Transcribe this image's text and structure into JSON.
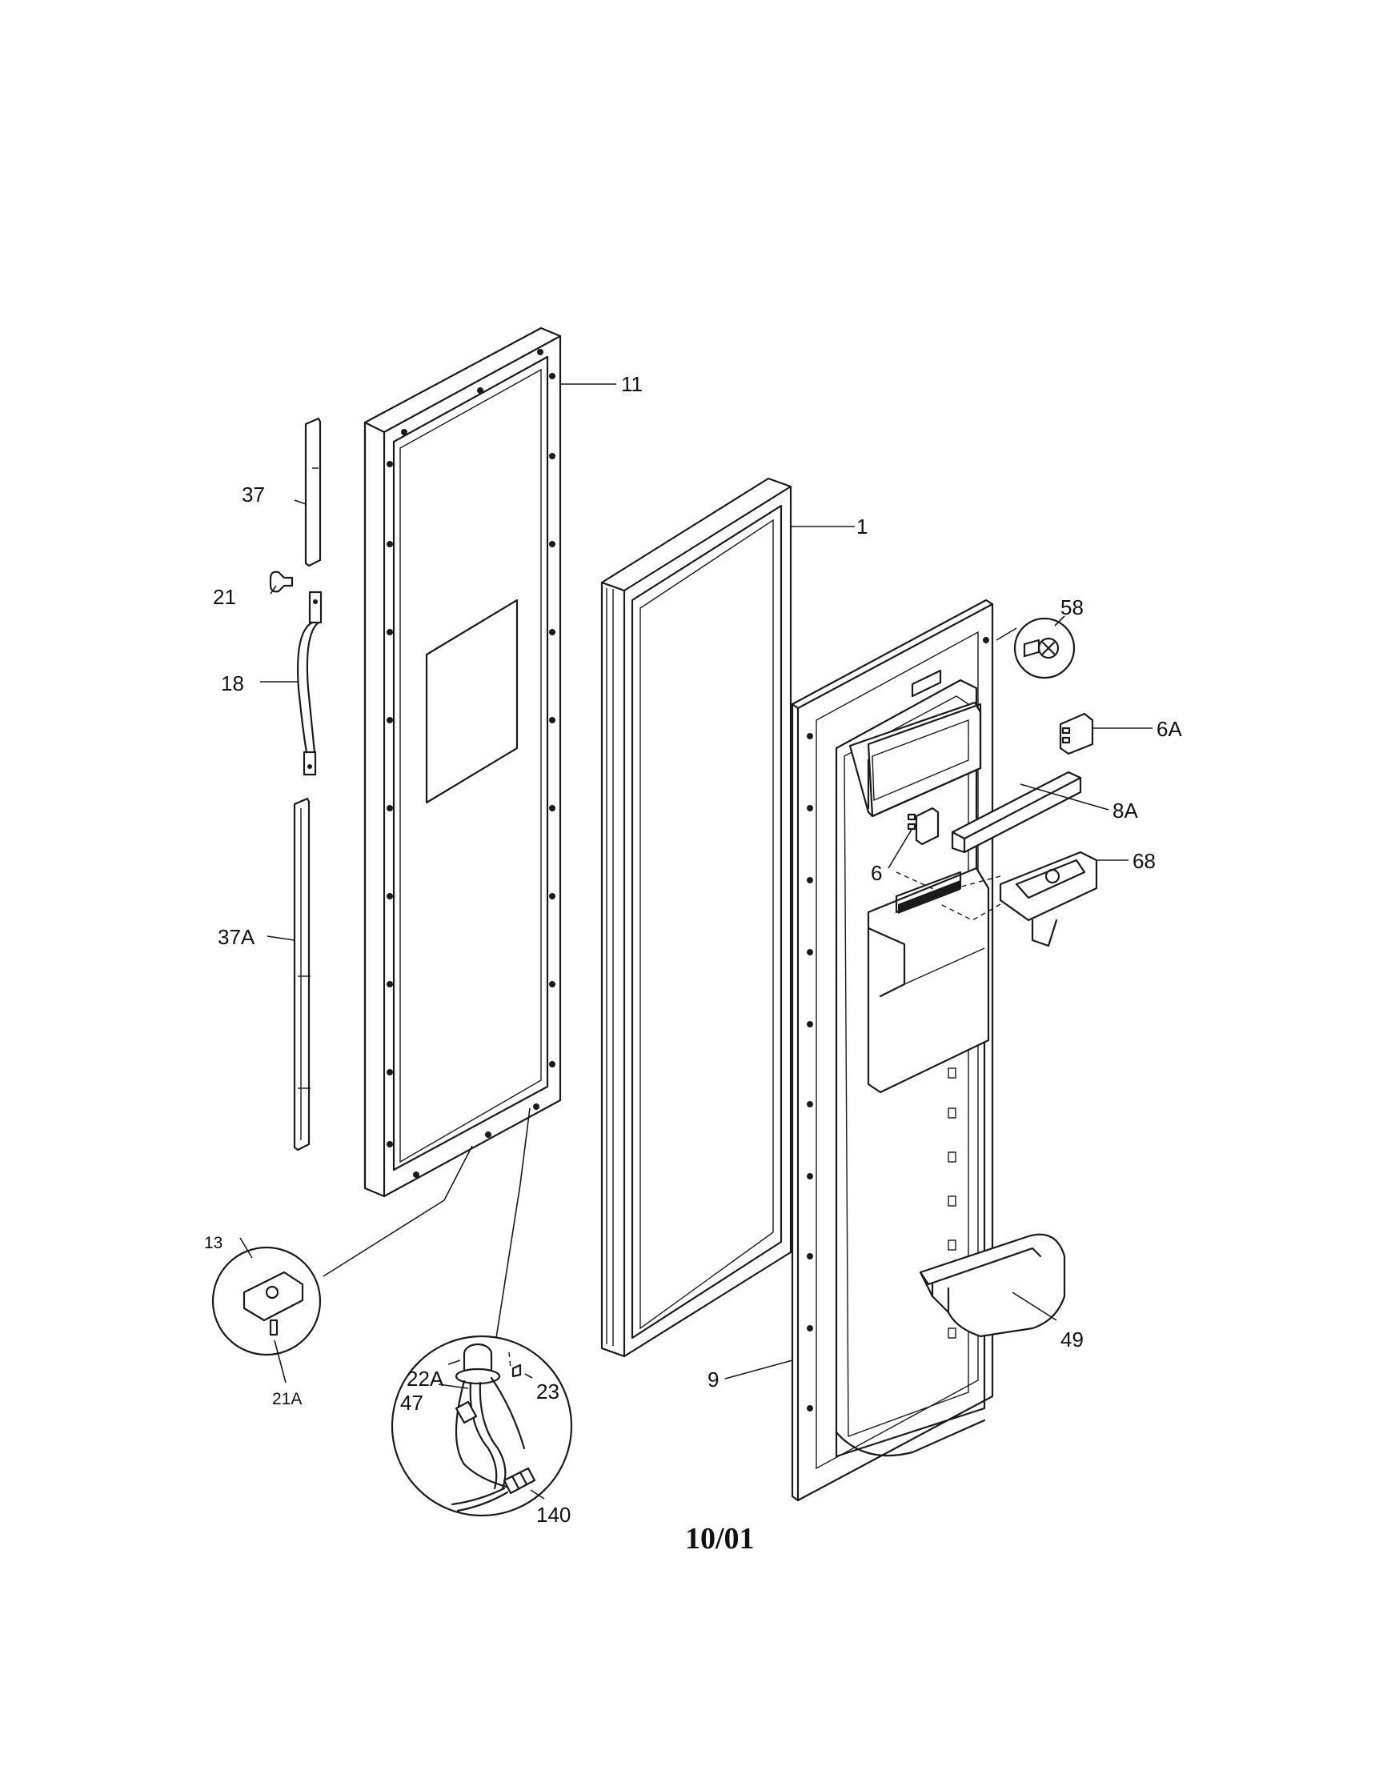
{
  "callouts": {
    "p11": "11",
    "p1": "1",
    "p37": "37",
    "p21": "21",
    "p18": "18",
    "p37a": "37A",
    "p58": "58",
    "p6a": "6A",
    "p8a": "8A",
    "p6": "6",
    "p68": "68",
    "p13": "13",
    "p21a": "21A",
    "p22a": "22A",
    "p47": "47",
    "p23": "23",
    "p140": "140",
    "p49": "49",
    "p9": "9"
  },
  "footer": {
    "date": "10/01"
  }
}
